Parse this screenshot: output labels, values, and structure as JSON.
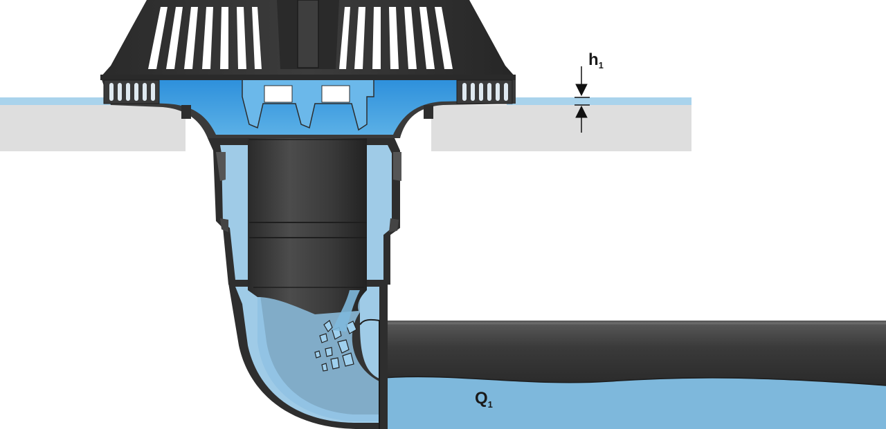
{
  "labels": {
    "level_main": "h",
    "level_sub": "1",
    "flow_main": "Q",
    "flow_sub": "1"
  },
  "colors": {
    "water_light": "#a9d3ec",
    "water_mid": "#7eb8dc",
    "water_bright": "#2f97e0",
    "plastic_dark": "#2b2b2b",
    "plastic_mid": "#4a4a4a",
    "plastic_light": "#6e6e6e",
    "roof_slab": "#dedede",
    "background": "#ffffff"
  },
  "icons": {
    "dimension_arrows": "arrow-pair-icon"
  }
}
